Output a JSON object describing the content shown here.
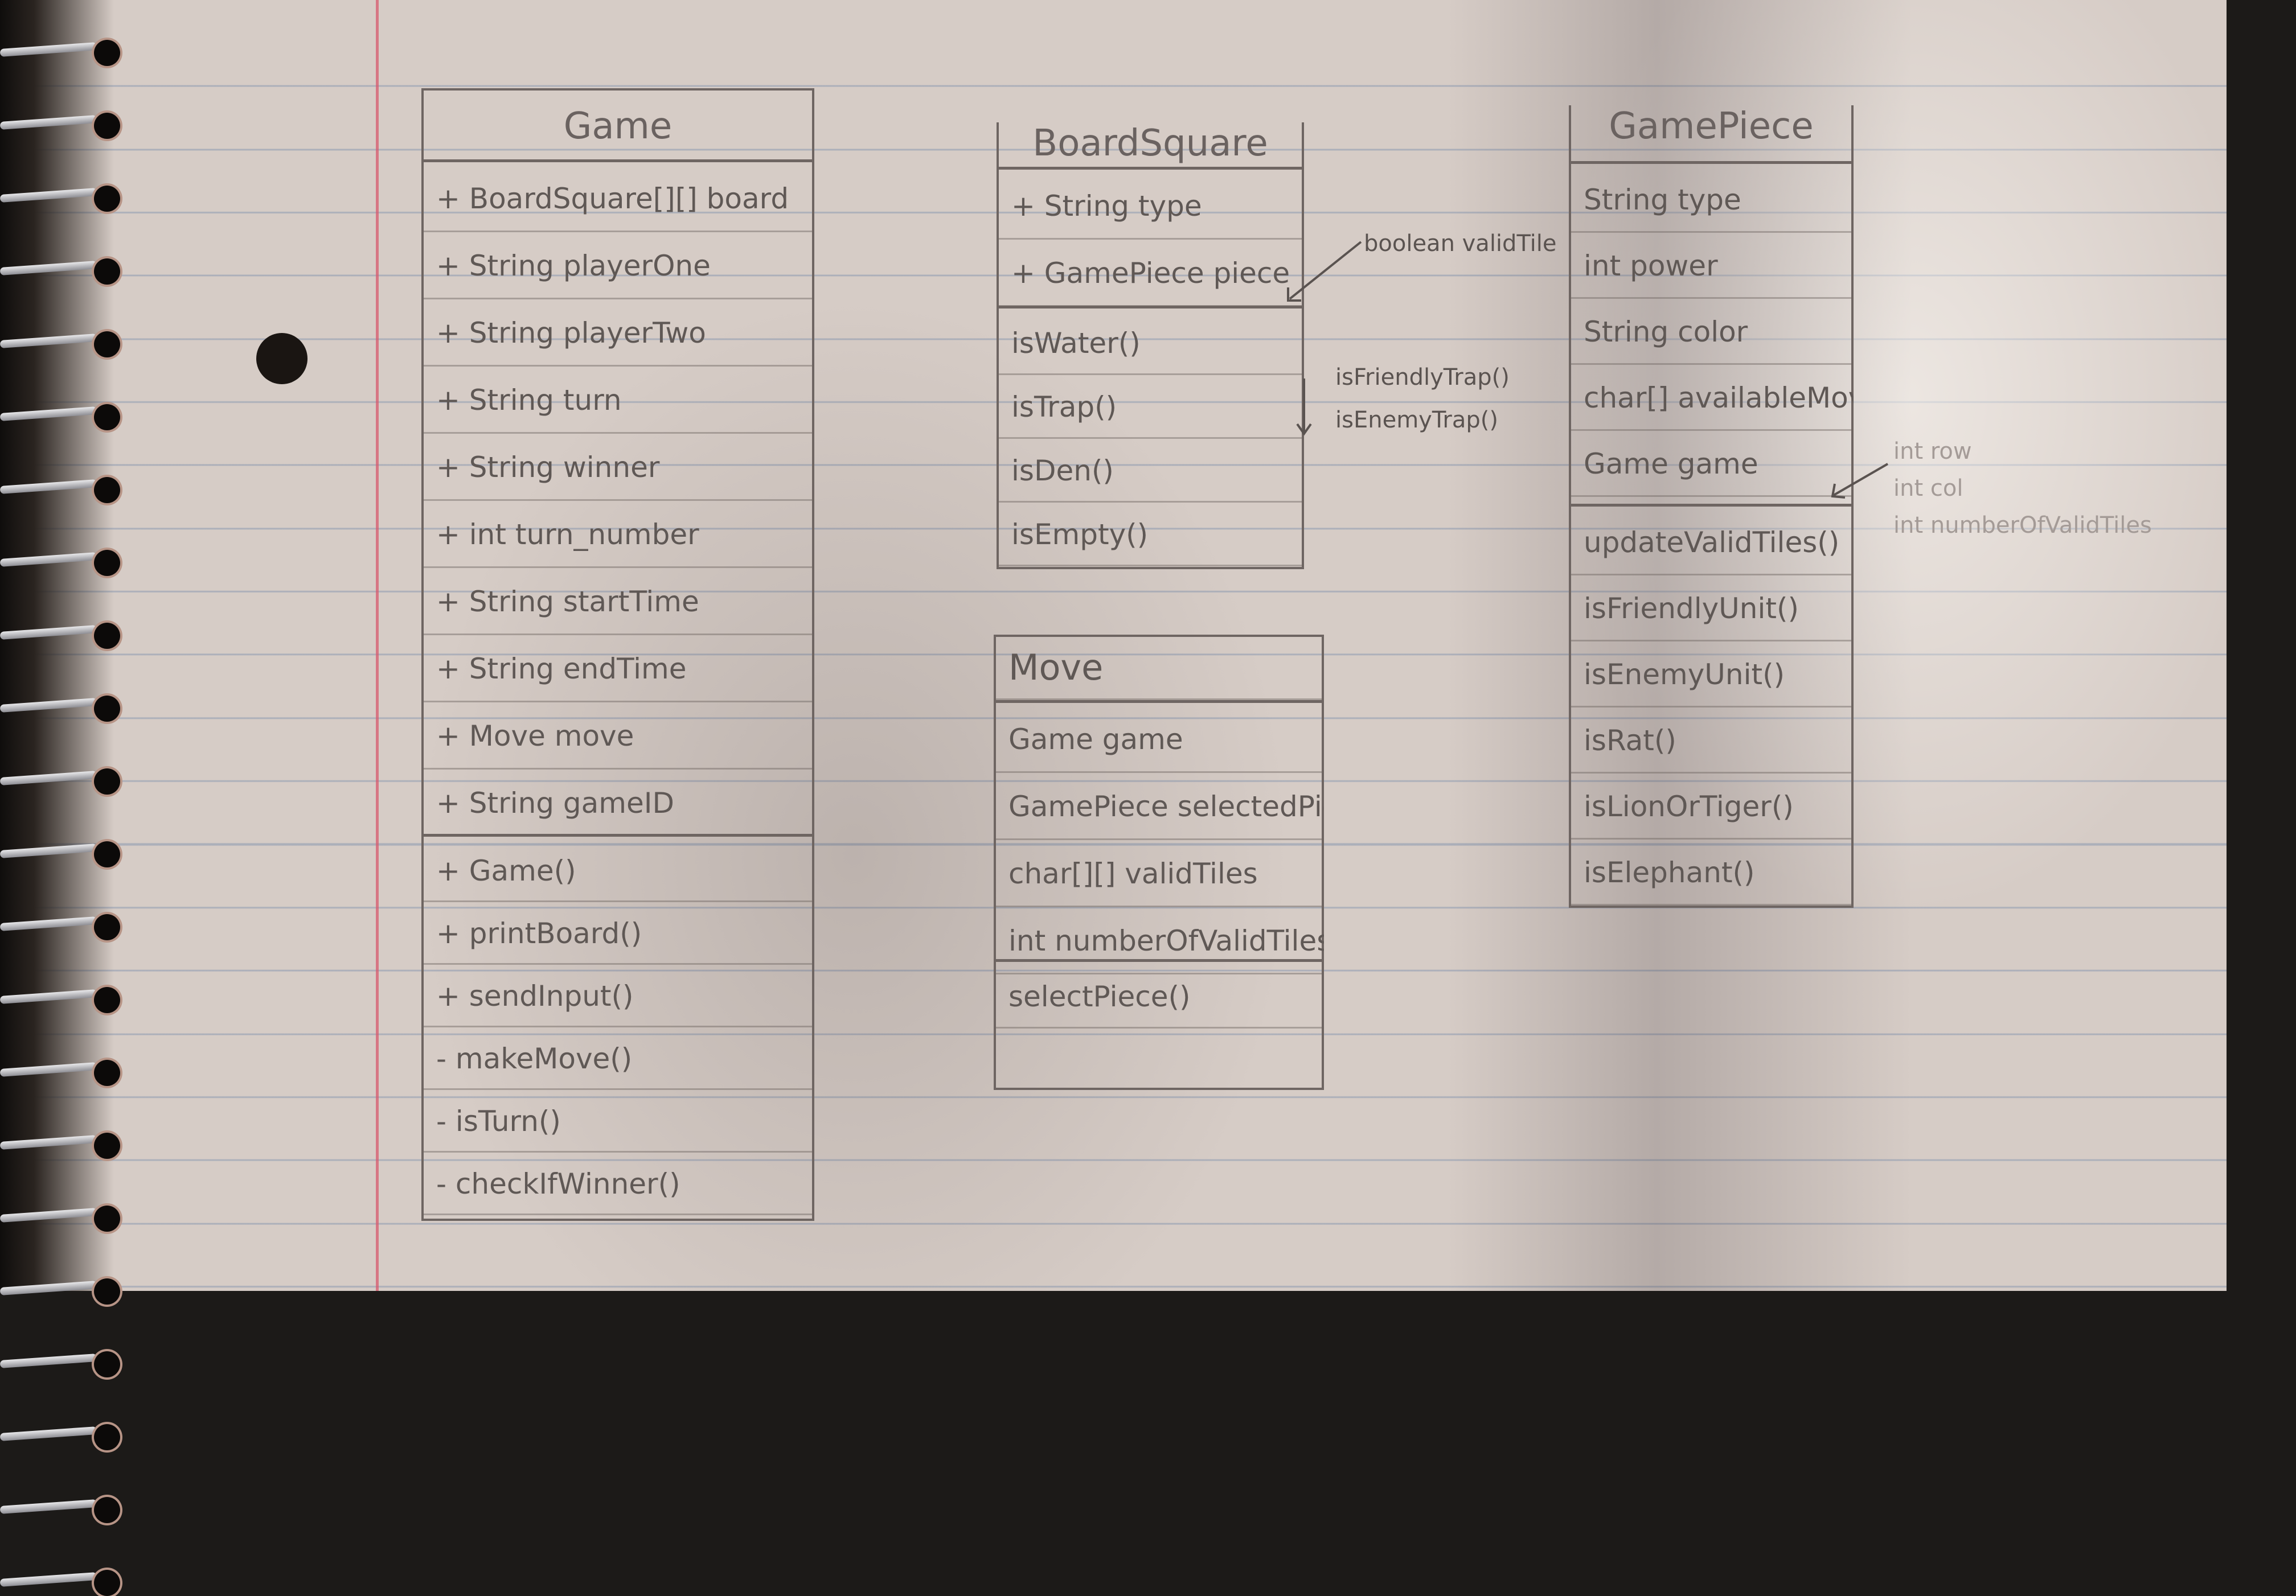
{
  "classes": {
    "game": {
      "name": "Game",
      "attributes": [
        "+ BoardSquare[][] board",
        "+ String playerOne",
        "+ String playerTwo",
        "+ String turn",
        "+ String winner",
        "+ int turn_number",
        "+ String startTime",
        "+ String endTime",
        "+ Move move",
        "+ String gameID"
      ],
      "methods": [
        "+ Game()",
        "+ printBoard()",
        "+ sendInput()",
        "- makeMove()",
        "- isTurn()",
        "- checkIfWinner()"
      ]
    },
    "boardsquare": {
      "name": "BoardSquare",
      "attributes": [
        "+ String type",
        "+ GamePiece piece"
      ],
      "methods": [
        "isWater()",
        "isTrap()",
        "isDen()",
        "isEmpty()"
      ]
    },
    "move": {
      "name": "Move",
      "attributes": [
        "Game game",
        "GamePiece selectedPiece",
        "char[][] validTiles",
        "int numberOfValidTiles"
      ],
      "methods": [
        "selectPiece()"
      ]
    },
    "gamepiece": {
      "name": "GamePiece",
      "attributes": [
        "String type",
        "int power",
        "String color",
        "char[] availableMoves",
        "Game game"
      ],
      "methods": [
        "updateValidTiles()",
        "isFriendlyUnit()",
        "isEnemyUnit()",
        "isRat()",
        "isLionOrTiger()",
        "isElephant()"
      ]
    }
  },
  "annotations": {
    "boardsquare_added_attribute": "boolean validTile",
    "boardsquare_added_methods": [
      "isFriendlyTrap()",
      "isEnemyTrap()"
    ],
    "gamepiece_added_attributes": [
      "int row",
      "int col",
      "int numberOfValidTiles"
    ]
  }
}
